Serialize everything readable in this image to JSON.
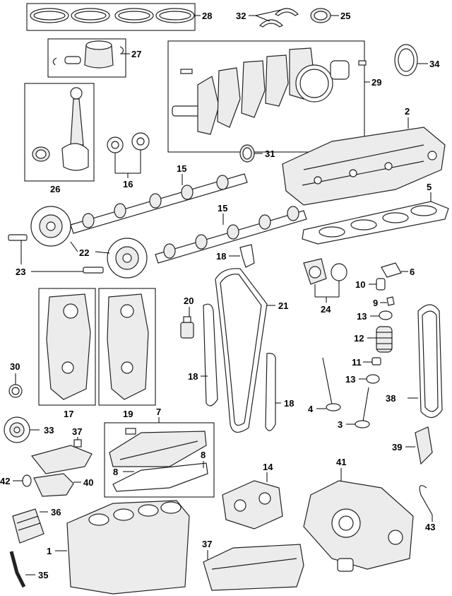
{
  "callouts": {
    "c28": "28",
    "c32": "32",
    "c25": "25",
    "c27": "27",
    "c34": "34",
    "c29": "29",
    "c2": "2",
    "c26": "26",
    "c16": "16",
    "c31": "31",
    "c15a": "15",
    "c5": "5",
    "c15b": "15",
    "c22": "22",
    "c18a": "18",
    "c23": "23",
    "c6": "6",
    "c10": "10",
    "c9": "9",
    "c24": "24",
    "c20": "20",
    "c21": "21",
    "c13a": "13",
    "c12": "12",
    "c11": "11",
    "c13b": "13",
    "c30": "30",
    "c18b": "18",
    "c18c": "18",
    "c38": "38",
    "c4": "4",
    "c3": "3",
    "c17": "17",
    "c19": "19",
    "c7": "7",
    "c33": "33",
    "c37a": "37",
    "c39": "39",
    "c8a": "8",
    "c8b": "8",
    "c14": "14",
    "c41": "41",
    "c42": "42",
    "c40": "40",
    "c36": "36",
    "c43": "43",
    "c1": "1",
    "c37b": "37",
    "c35": "35"
  }
}
